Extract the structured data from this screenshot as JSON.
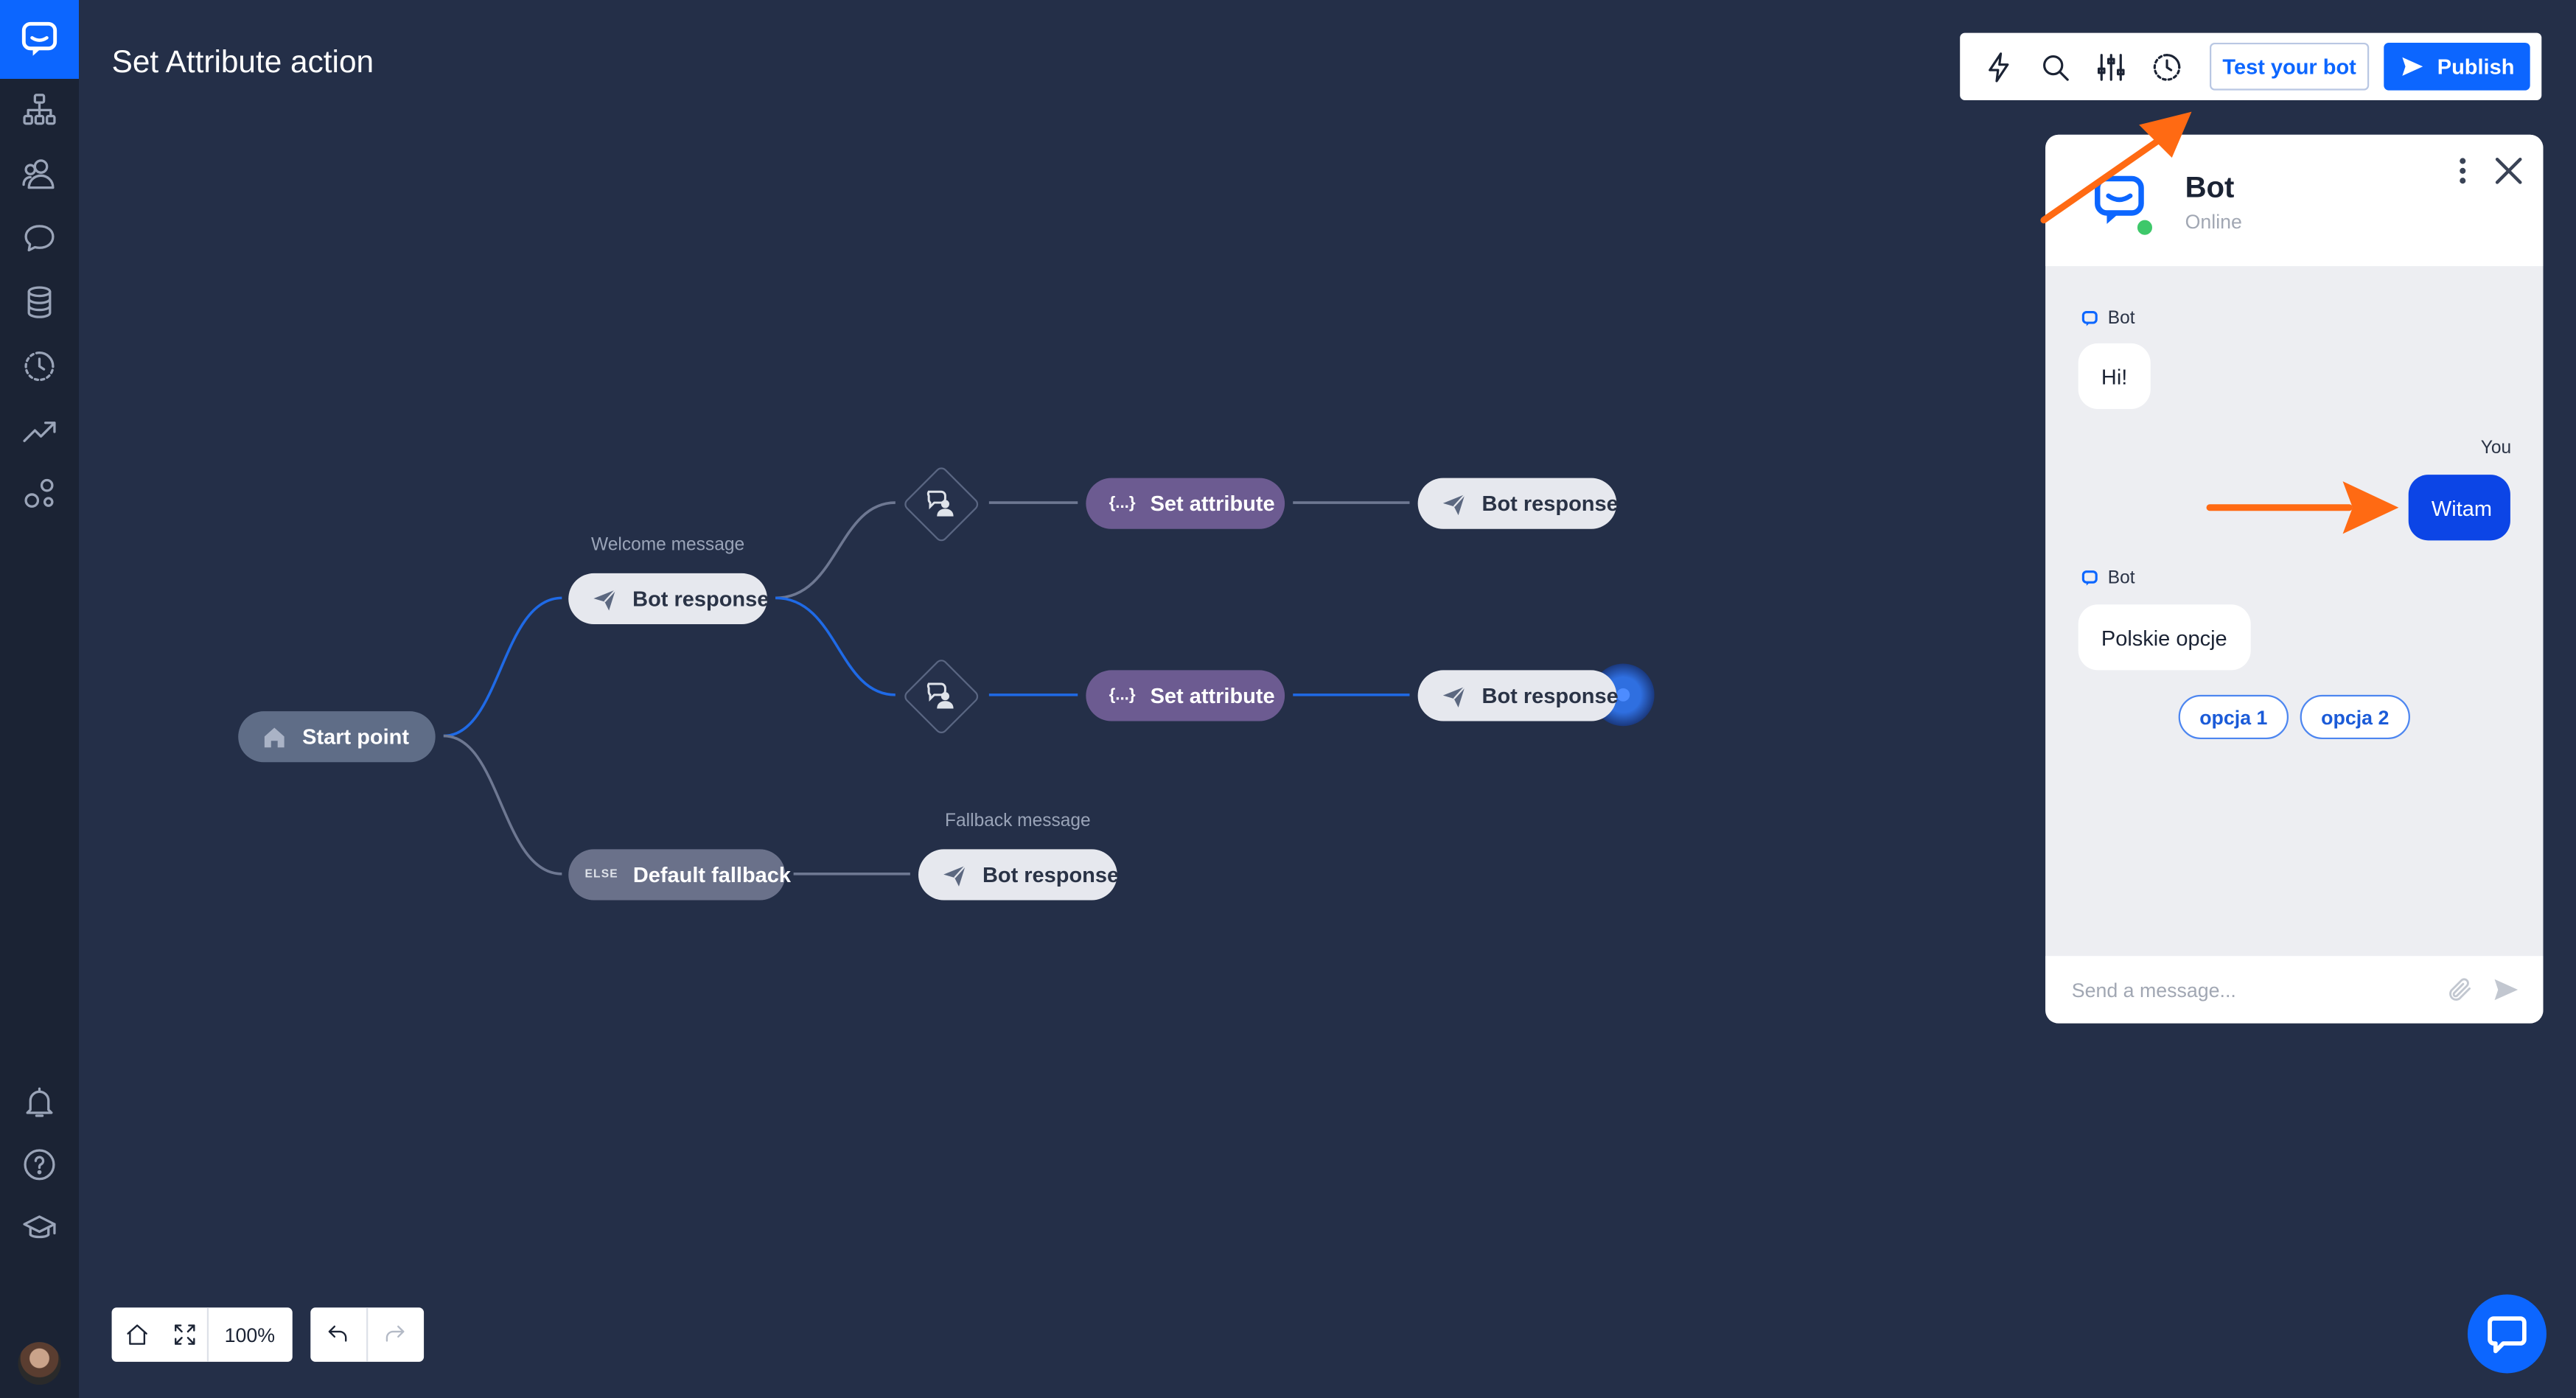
{
  "page": {
    "title": "Set Attribute action"
  },
  "sidebar": {
    "items": [
      "flow-icon",
      "users-icon",
      "chat-icon",
      "database-icon",
      "history-icon",
      "analytics-icon",
      "integrations-icon"
    ],
    "bottom": [
      "bell-icon",
      "help-icon",
      "academy-icon"
    ]
  },
  "toolbar": {
    "test_label": "Test your bot",
    "publish_label": "Publish",
    "icons": [
      "lightning-icon",
      "search-icon",
      "sliders-icon",
      "history-icon"
    ]
  },
  "flow": {
    "start": "Start point",
    "welcome_caption": "Welcome message",
    "welcome_node": "Bot response",
    "set_attr_1": "Set attribute",
    "set_attr_2": "Set attribute",
    "bot_response_1": "Bot response",
    "bot_response_2": "Bot response",
    "else_tag": "ELSE",
    "attr_tag": "{...}",
    "fallback_node": "Default fallback",
    "fallback_caption": "Fallback message",
    "fallback_response": "Bot response"
  },
  "bottom_controls": {
    "zoom": "100%"
  },
  "chat": {
    "name": "Bot",
    "status": "Online",
    "messages": [
      {
        "sender": "Bot",
        "text": "Hi!"
      },
      {
        "sender": "You",
        "text": "Witam"
      },
      {
        "sender": "Bot",
        "text": "Polskie opcje"
      }
    ],
    "options": [
      "opcja 1",
      "opcja 2"
    ],
    "placeholder": "Send a message..."
  },
  "colors": {
    "accent": "#0c66ff",
    "canvas": "#242f48",
    "sidebar": "#1b2334",
    "annotation": "#ff6a13"
  }
}
